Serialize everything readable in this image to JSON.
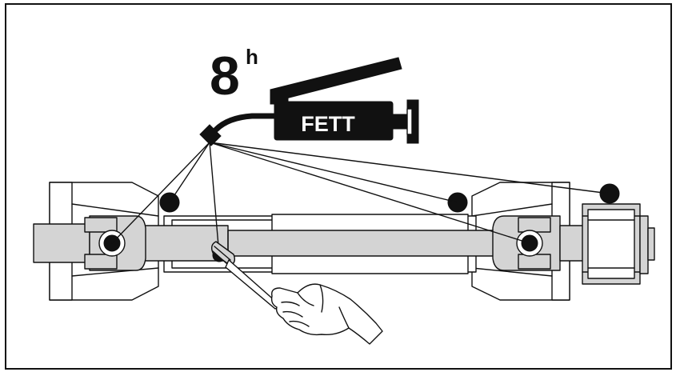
{
  "diagram": {
    "interval_value": "8",
    "interval_unit": "h",
    "grease_label": "FETT",
    "icons": {
      "grease_gun": "grease-gun-icon",
      "lubrication_point": "lubrication-point-icon",
      "brush": "brush-icon"
    },
    "colors": {
      "ink": "#111111",
      "part_fill": "#d4d4d4",
      "background": "#ffffff"
    },
    "lubrication_points_count": 6
  }
}
